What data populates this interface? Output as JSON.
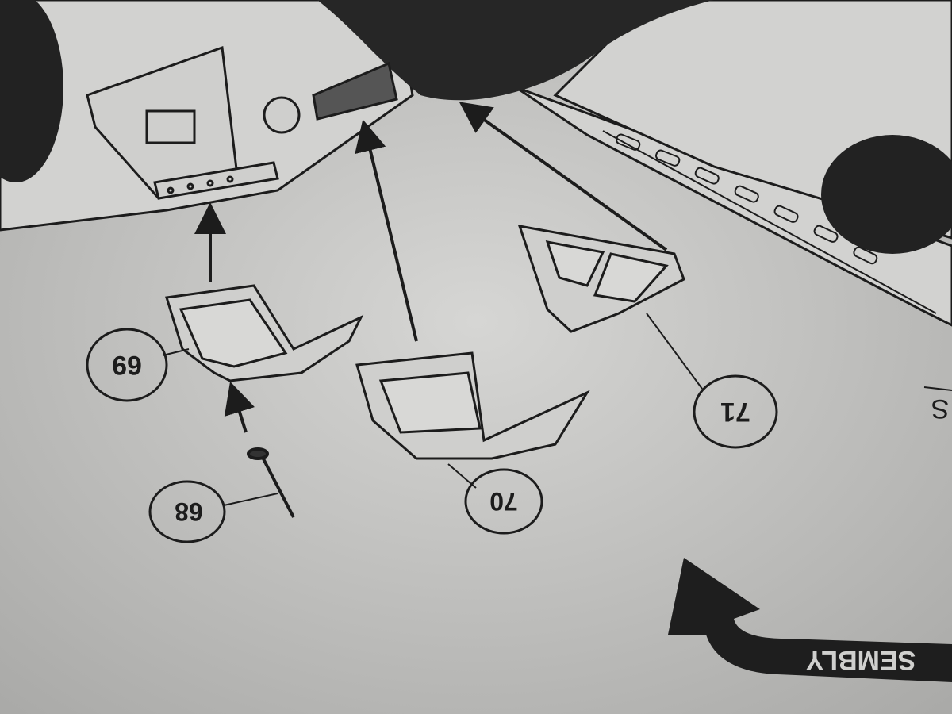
{
  "part_labels": {
    "p69": "69",
    "p68": "68",
    "p70": "70",
    "p71": "71"
  },
  "banner": {
    "text": "SEMBLY",
    "edge_letter": "S"
  },
  "colors": {
    "paper": "#c9c9c7",
    "ink": "#1c1c1c"
  }
}
